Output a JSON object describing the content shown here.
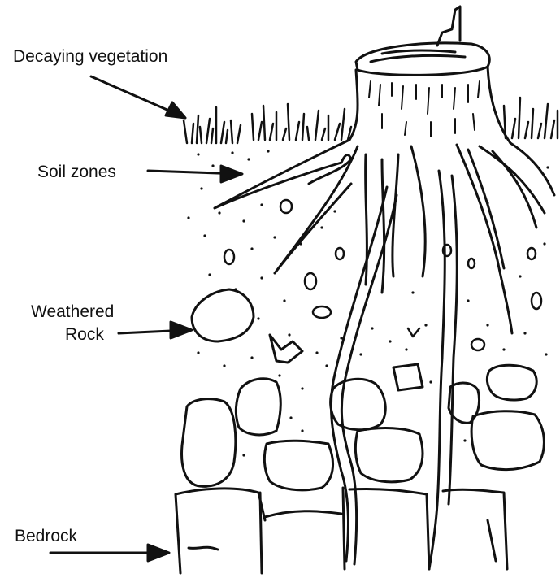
{
  "labels": {
    "decaying_vegetation": "Decaying vegetation",
    "soil_zones": "Soil zones",
    "weathered_rock_line1": "Weathered",
    "weathered_rock_line2": "Rock",
    "bedrock": "Bedrock"
  },
  "colors": {
    "ink": "#111111",
    "background": "#ffffff"
  }
}
